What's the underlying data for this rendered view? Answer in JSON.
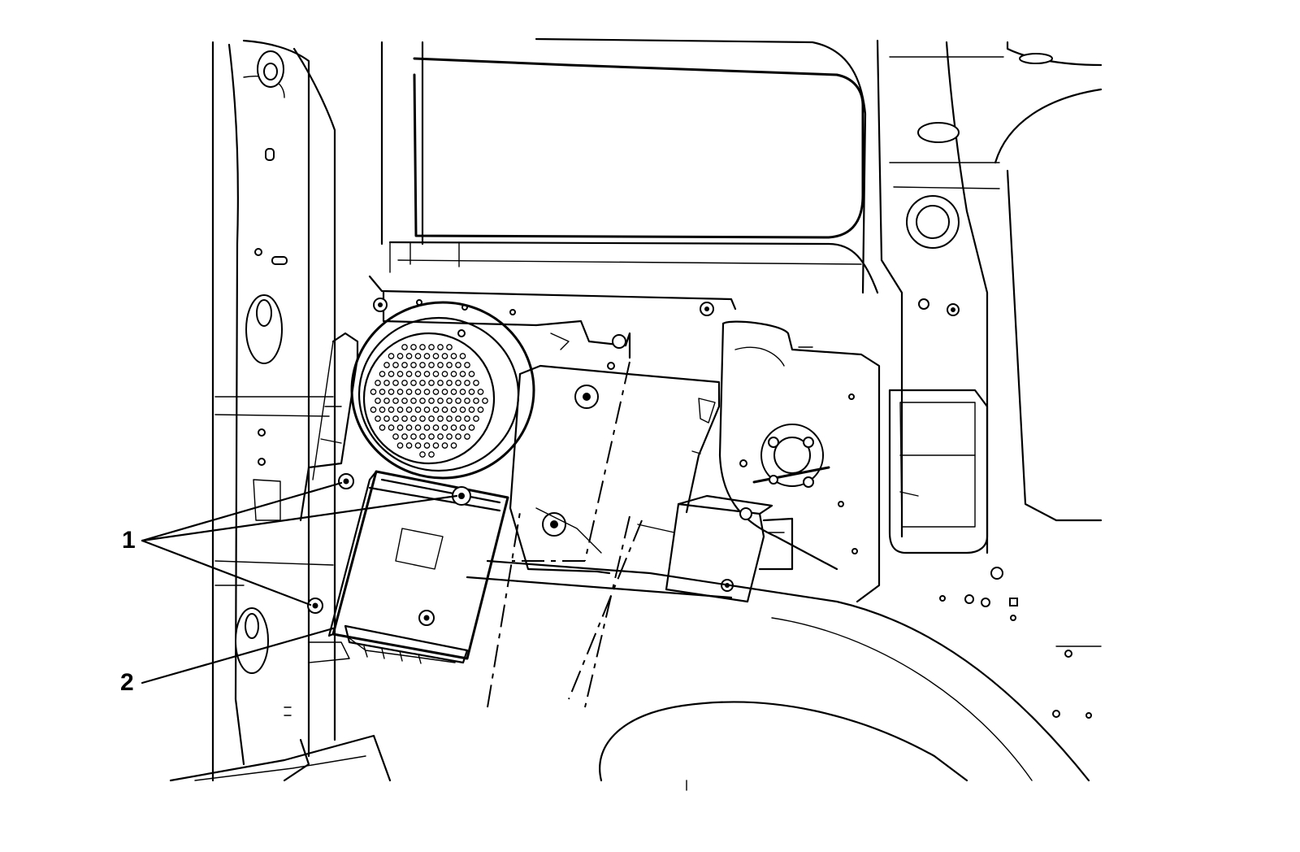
{
  "diagram": {
    "callouts": [
      {
        "id": "1",
        "label": "1"
      },
      {
        "id": "2",
        "label": "2"
      }
    ],
    "colors": {
      "line": "#000000",
      "background": "#ffffff"
    }
  }
}
